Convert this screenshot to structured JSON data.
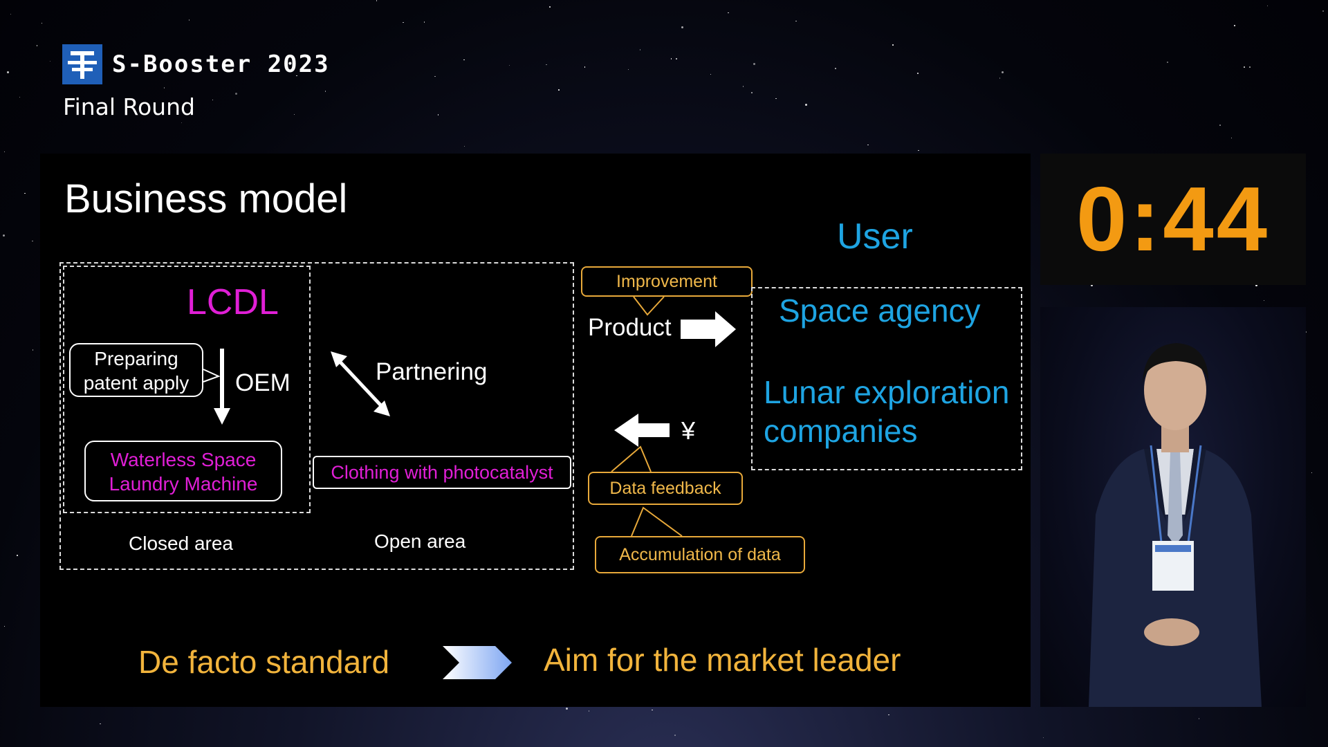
{
  "header": {
    "brand": "S-Booster 2023",
    "round": "Final Round",
    "logo_icon": "s-booster-logo-icon"
  },
  "timer": {
    "value": "0:44"
  },
  "slide": {
    "title": "Business model",
    "lcdl": "LCDL",
    "preparing": [
      "Preparing",
      "patent apply"
    ],
    "oem": "OEM",
    "partnering": "Partnering",
    "laundry": [
      "Waterless Space",
      "Laundry Machine"
    ],
    "clothing": "Clothing with photocatalyst",
    "closed_area": "Closed area",
    "open_area": "Open area",
    "improvement": "Improvement",
    "product": "Product",
    "yen": "¥",
    "data_feedback": "Data feedback",
    "accumulation": "Accumulation of data",
    "user": "User",
    "space_agency": "Space agency",
    "lunar": [
      "Lunar exploration",
      "companies"
    ],
    "de_facto": "De facto standard",
    "aim": "Aim for the market leader"
  },
  "colors": {
    "magenta": "#e01fd6",
    "blue": "#1ea4e2",
    "gold": "#f2b43c",
    "timer": "#f39a12"
  }
}
